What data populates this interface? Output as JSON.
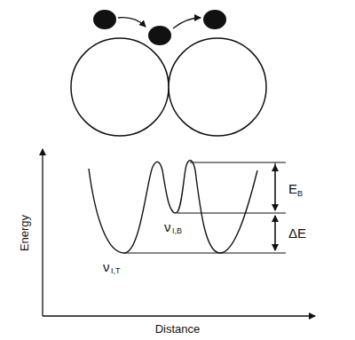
{
  "diagram": {
    "labels": [
      "E",
      "B",
      "ΔE",
      "ν",
      "I,B",
      "ν",
      "I,T",
      "Energy",
      "Distance"
    ]
  }
}
